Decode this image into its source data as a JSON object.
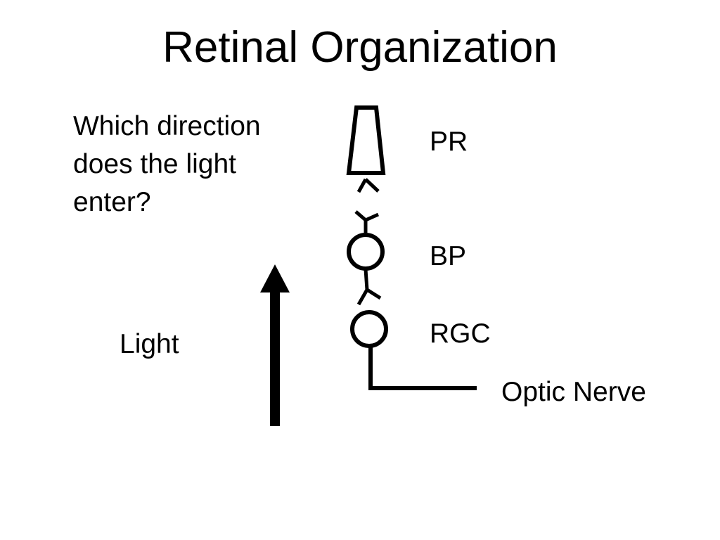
{
  "slide": {
    "title": "Retinal Organization",
    "question_lines": [
      "Which direction",
      "does the light",
      "enter?"
    ]
  },
  "labels": {
    "light": "Light",
    "photoreceptor": "PR",
    "bipolar": "BP",
    "ganglion": "RGC",
    "optic_nerve": "Optic Nerve"
  },
  "colors": {
    "ink": "#000000",
    "background": "#ffffff"
  }
}
